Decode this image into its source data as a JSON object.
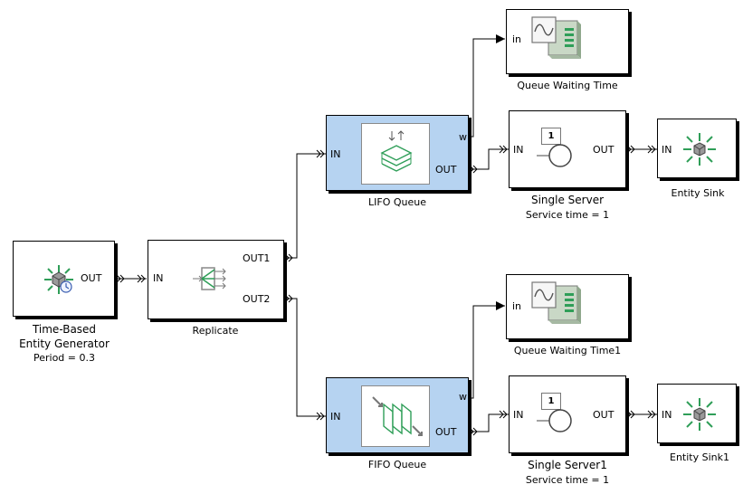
{
  "blocks": {
    "generator": {
      "out": "OUT",
      "label1": "Time-Based",
      "label2": "Entity Generator",
      "param": "Period = 0.3"
    },
    "replicate": {
      "in": "IN",
      "out1": "OUT1",
      "out2": "OUT2",
      "label": "Replicate"
    },
    "lifo": {
      "in": "IN",
      "w": "w",
      "out": "OUT",
      "label": "LIFO Queue"
    },
    "fifo": {
      "in": "IN",
      "w": "w",
      "out": "OUT",
      "label": "FIFO Queue"
    },
    "scope1": {
      "in": "in",
      "label": "Queue Waiting Time"
    },
    "scope2": {
      "in": "in",
      "label": "Queue Waiting Time1"
    },
    "server1": {
      "in": "IN",
      "out": "OUT",
      "badge": "1",
      "label": "Single Server",
      "param": "Service time = 1"
    },
    "server2": {
      "in": "IN",
      "out": "OUT",
      "badge": "1",
      "label": "Single Server1",
      "param": "Service time = 1"
    },
    "sink1": {
      "in": "IN",
      "label": "Entity Sink"
    },
    "sink2": {
      "in": "IN",
      "label": "Entity Sink1"
    }
  },
  "colors": {
    "queue_fill": "#b6d3f1",
    "icon_green": "#2f9e58",
    "line": "#000000"
  },
  "icons": [
    "entity-generator-icon",
    "replicate-icon",
    "lifo-stack-icon",
    "fifo-stack-icon",
    "scope-icon",
    "server-icon",
    "sink-icon"
  ]
}
